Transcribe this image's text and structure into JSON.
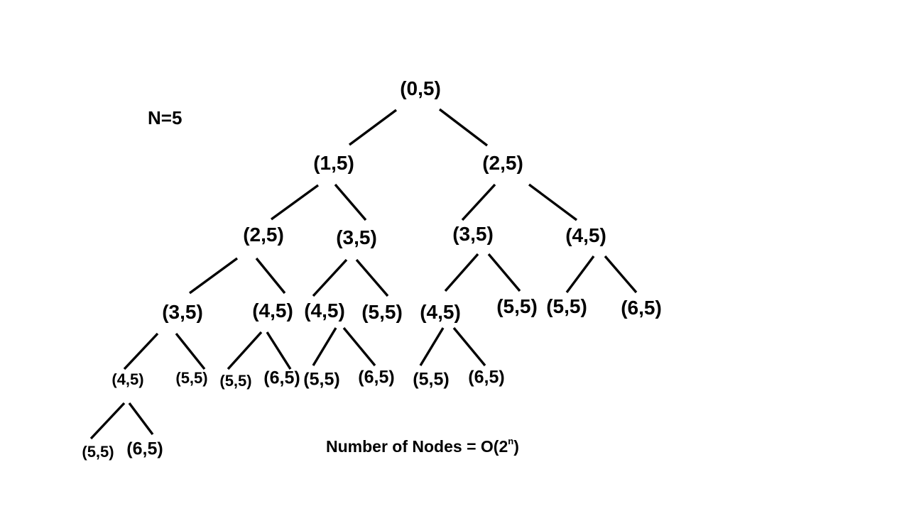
{
  "n_label": "N=5",
  "complexity": {
    "prefix": "Number of Nodes = O(2",
    "exponent": "n",
    "suffix": ")"
  },
  "nodes": [
    {
      "id": "n0",
      "label": "(0,5)",
      "parent": null
    },
    {
      "id": "n1",
      "label": "(1,5)",
      "parent": "n0"
    },
    {
      "id": "n2",
      "label": "(2,5)",
      "parent": "n0"
    },
    {
      "id": "n3",
      "label": "(2,5)",
      "parent": "n1"
    },
    {
      "id": "n4",
      "label": "(3,5)",
      "parent": "n1"
    },
    {
      "id": "n5",
      "label": "(3,5)",
      "parent": "n2"
    },
    {
      "id": "n6",
      "label": "(4,5)",
      "parent": "n2"
    },
    {
      "id": "n7",
      "label": "(3,5)",
      "parent": "n3"
    },
    {
      "id": "n8",
      "label": "(4,5)",
      "parent": "n3"
    },
    {
      "id": "n9",
      "label": "(4,5)",
      "parent": "n4"
    },
    {
      "id": "n10",
      "label": "(5,5)",
      "parent": "n4"
    },
    {
      "id": "n11",
      "label": "(4,5)",
      "parent": "n5"
    },
    {
      "id": "n12",
      "label": "(5,5)",
      "parent": "n5"
    },
    {
      "id": "n13",
      "label": "(5,5)",
      "parent": "n6"
    },
    {
      "id": "n14",
      "label": "(6,5)",
      "parent": "n6"
    },
    {
      "id": "n15",
      "label": "(4,5)",
      "parent": "n7"
    },
    {
      "id": "n16",
      "label": "(5,5)",
      "parent": "n7"
    },
    {
      "id": "n17",
      "label": "(5,5)",
      "parent": "n8"
    },
    {
      "id": "n18",
      "label": "(6,5)",
      "parent": "n8"
    },
    {
      "id": "n19",
      "label": "(5,5)",
      "parent": "n9"
    },
    {
      "id": "n20",
      "label": "(6,5)",
      "parent": "n9"
    },
    {
      "id": "n21",
      "label": "(5,5)",
      "parent": "n11"
    },
    {
      "id": "n22",
      "label": "(6,5)",
      "parent": "n11"
    },
    {
      "id": "n23",
      "label": "(5,5)",
      "parent": "n15"
    },
    {
      "id": "n24",
      "label": "(6,5)",
      "parent": "n15"
    }
  ]
}
